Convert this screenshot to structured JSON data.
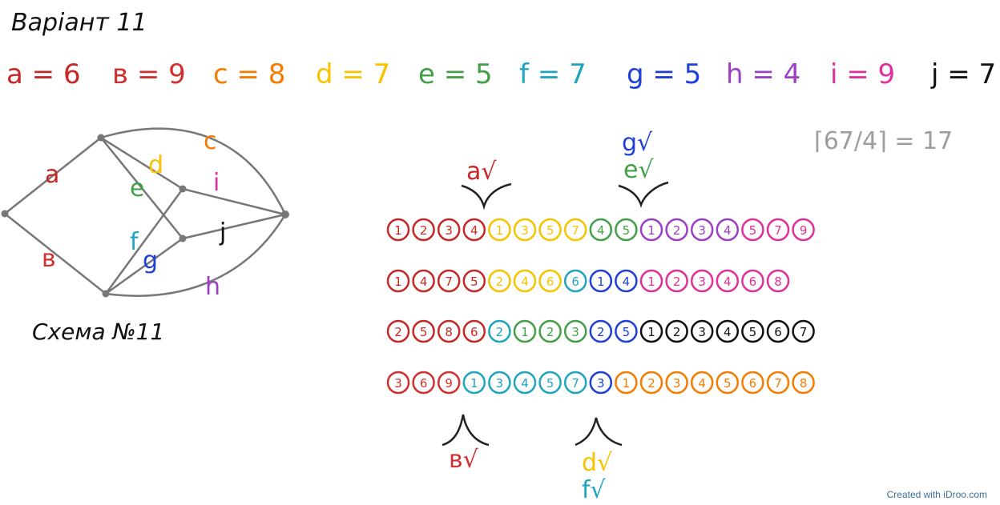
{
  "title": "Варіант 11",
  "params": [
    {
      "id": "a",
      "label": "a",
      "value": "6",
      "color": "#c62828"
    },
    {
      "id": "b",
      "label": "в",
      "value": "9",
      "color": "#d32f2f"
    },
    {
      "id": "c",
      "label": "c",
      "value": "8",
      "color": "#f57c00"
    },
    {
      "id": "d",
      "label": "d",
      "value": "7",
      "color": "#f9c300"
    },
    {
      "id": "e",
      "label": "e",
      "value": "5",
      "color": "#43a047"
    },
    {
      "id": "f",
      "label": "f",
      "value": "7",
      "color": "#1fa5c0"
    },
    {
      "id": "g",
      "label": "g",
      "value": "5",
      "color": "#1e40d6"
    },
    {
      "id": "h",
      "label": "h",
      "value": "4",
      "color": "#9c3fc4"
    },
    {
      "id": "i",
      "label": "i",
      "value": "9",
      "color": "#e0309b"
    },
    {
      "id": "j",
      "label": "j",
      "value": "7",
      "color": "#111111"
    }
  ],
  "ceiling_formula": "⌈67/4⌉ = 17",
  "scheme_label": "Схема №11",
  "graph_edge_labels": [
    "a",
    "в",
    "c",
    "d",
    "e",
    "f",
    "g",
    "h",
    "i",
    "j"
  ],
  "arrow_labels": {
    "top_left": [
      "a√"
    ],
    "top_right": [
      "g√",
      "e√"
    ],
    "bottom_left": [
      "в√"
    ],
    "bottom_right": [
      "d√",
      "f√"
    ]
  },
  "rows": [
    {
      "groups": [
        {
          "param": "a",
          "numbers": [
            "1",
            "2",
            "3",
            "4"
          ]
        },
        {
          "param": "d",
          "numbers": [
            "1",
            "3",
            "5",
            "7"
          ]
        },
        {
          "param": "e",
          "numbers": [
            "4",
            "5"
          ]
        },
        {
          "param": "h",
          "numbers": [
            "1",
            "2",
            "3",
            "4"
          ]
        },
        {
          "param": "i",
          "numbers": [
            "5",
            "7",
            "9"
          ]
        }
      ]
    },
    {
      "groups": [
        {
          "param": "a",
          "numbers": [
            "1",
            "4",
            "7",
            "5"
          ]
        },
        {
          "param": "d",
          "numbers": [
            "2",
            "4",
            "6"
          ]
        },
        {
          "param": "f",
          "numbers": [
            "6"
          ]
        },
        {
          "param": "g",
          "numbers": [
            "1",
            "4"
          ]
        },
        {
          "param": "i",
          "numbers": [
            "1",
            "2",
            "3",
            "4",
            "6",
            "8"
          ]
        }
      ]
    },
    {
      "groups": [
        {
          "param": "a",
          "numbers": [
            "2",
            "5",
            "8",
            "6"
          ]
        },
        {
          "param": "f",
          "numbers": [
            "2"
          ]
        },
        {
          "param": "e",
          "numbers": [
            "1",
            "2",
            "3"
          ]
        },
        {
          "param": "g",
          "numbers": [
            "2",
            "5"
          ]
        },
        {
          "param": "j",
          "numbers": [
            "1",
            "2",
            "3",
            "4",
            "5",
            "6",
            "7"
          ]
        }
      ]
    },
    {
      "groups": [
        {
          "param": "b",
          "numbers": [
            "3",
            "6",
            "9"
          ]
        },
        {
          "param": "f",
          "numbers": [
            "1",
            "3",
            "4",
            "5",
            "7"
          ]
        },
        {
          "param": "g",
          "numbers": [
            "3"
          ]
        },
        {
          "param": "c",
          "numbers": [
            "1",
            "2",
            "3",
            "4",
            "5",
            "6",
            "7",
            "8"
          ]
        }
      ]
    }
  ],
  "footer": "Created with iDroo.com"
}
